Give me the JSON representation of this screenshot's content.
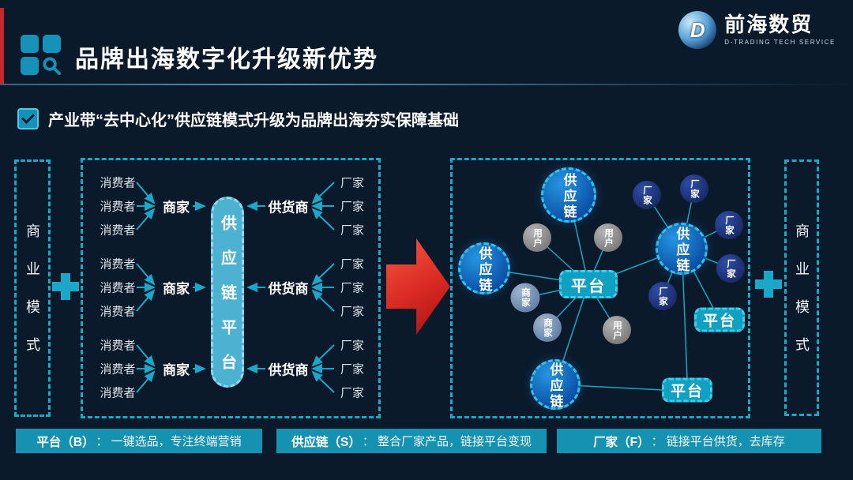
{
  "colors": {
    "background": "#0b1a2b",
    "accent_cyan": "#1ba8c8",
    "red": "#c8262c",
    "bar_teal": "#1591b2",
    "pill_blue": "#4db2d2"
  },
  "header": {
    "title": "品牌出海数字化升级新优势",
    "logo_letter": "D",
    "logo_name": "前海数贸",
    "logo_tagline": "D-TRADING TECH SERVICE"
  },
  "subtitle": "产业带“去中心化”供应链模式升级为品牌出海夯实保障基础",
  "side_label": "商业模式",
  "icons": {
    "title_icon": "grid-with-magnifier",
    "subtitle_icon": "checked-checkbox",
    "transform_arrow": "red-right-arrow",
    "plus": "plus-sign"
  },
  "middle_diagram": {
    "structure": {
      "groups": 3,
      "consumers_per_merchant": 3,
      "factories_per_supplier": 3
    },
    "consumer": "消费者",
    "merchant": "商家",
    "supplier": "供货商",
    "factory": "厂家",
    "pill": "供应链平台"
  },
  "network_diagram": {
    "platform": "平台",
    "supply_chain": "供应链",
    "user": "用户",
    "merchant": "商家",
    "factory": "厂家",
    "counts": {
      "supply_chain": 4,
      "platform_nodes": 3,
      "user": 3,
      "merchant": 2,
      "factory": 5
    }
  },
  "legend": [
    {
      "label": "平台（B）",
      "desc": "： 一键选品，专注终端营销"
    },
    {
      "label": "供应链（S）",
      "desc": "： 整合厂家产品，链接平台变现"
    },
    {
      "label": "厂家（F）",
      "desc": "： 链接平台供货，去库存"
    }
  ]
}
